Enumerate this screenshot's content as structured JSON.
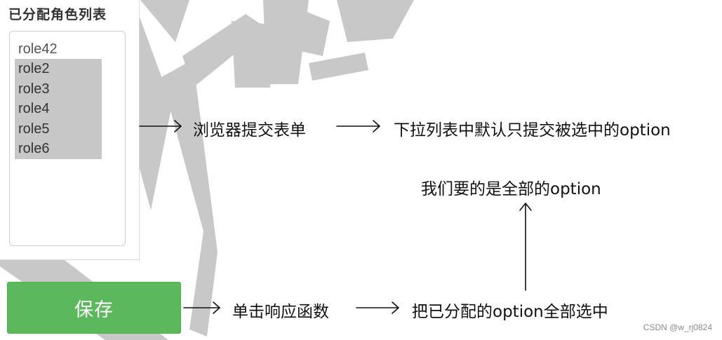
{
  "panel": {
    "title": "已分配角色列表",
    "options": [
      {
        "label": "role42",
        "selected": false
      },
      {
        "label": "role2",
        "selected": true
      },
      {
        "label": "role3",
        "selected": true
      },
      {
        "label": "role4",
        "selected": true
      },
      {
        "label": "role5",
        "selected": true
      },
      {
        "label": "role6",
        "selected": true
      }
    ]
  },
  "save_button": {
    "label": "保存",
    "color": "#5cb85c"
  },
  "flow_top": {
    "step1": "浏览器提交表单",
    "step2": "下拉列表中默认只提交被选中的option"
  },
  "flow_bottom": {
    "step1": "单击响应函数",
    "step2": "把已分配的option全部选中"
  },
  "goal": "我们要的是全部的option",
  "credit": "CSDN @w_rj0824",
  "colors": {
    "selected_bg": "#c7c7c7",
    "watermark": "#c8c8c8"
  }
}
